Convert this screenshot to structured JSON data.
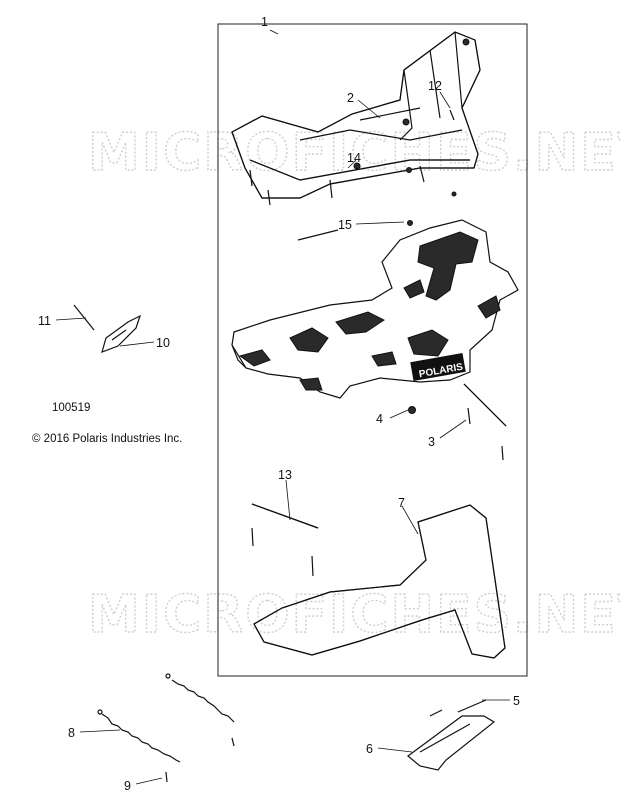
{
  "diagram": {
    "ref_number": "100519",
    "copyright": "© 2016 Polaris Industries Inc.",
    "watermark": "MICROFICHES.NET",
    "brand_mark": "POLARIS",
    "callouts": [
      "1",
      "2",
      "3",
      "4",
      "5",
      "6",
      "7",
      "8",
      "9",
      "10",
      "11",
      "12",
      "13",
      "14",
      "15"
    ]
  }
}
